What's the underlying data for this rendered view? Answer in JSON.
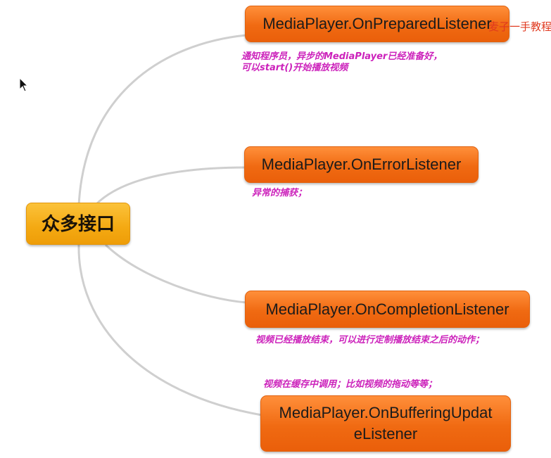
{
  "root": {
    "label": "众多接口"
  },
  "nodes": [
    {
      "label": "MediaPlayer.OnPreparedListener",
      "note": "通知程序员，异步的MediaPlayer已经准备好，\n可以start()开始播放视频"
    },
    {
      "label": "MediaPlayer.OnErrorListener",
      "note": "异常的捕获；"
    },
    {
      "label": "MediaPlayer.OnCompletionListener",
      "note": "视频已经播放结束，可以进行定制播放结束之后的动作；"
    },
    {
      "label": "MediaPlayer.OnBufferingUpdat\neListener",
      "note": "视频在缓存中调用；比如视频的拖动等等；"
    }
  ],
  "watermark": "麦子一手教程",
  "colors": {
    "node": "#f06a12",
    "root": "#f4a912",
    "note": "#cc22bb",
    "link": "#cfcfcf"
  },
  "icons": {
    "cursor": "mouse-pointer-icon"
  }
}
